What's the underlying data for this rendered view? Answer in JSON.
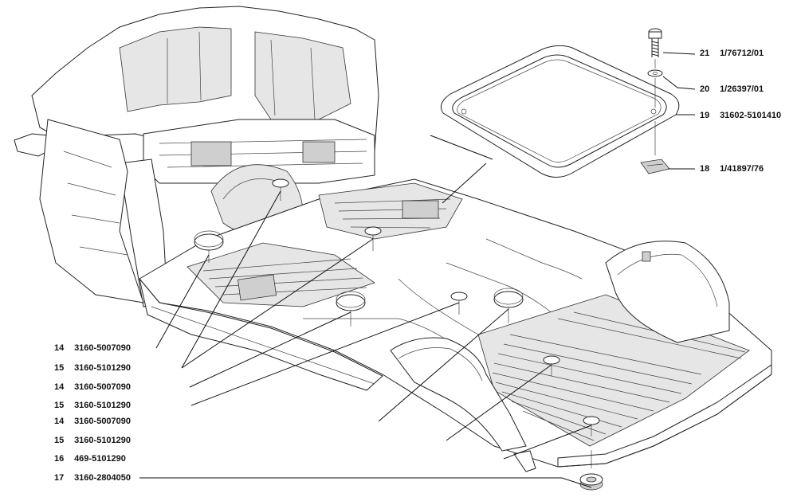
{
  "callouts_left": [
    {
      "num": "14",
      "code": "3160-5007090"
    },
    {
      "num": "15",
      "code": "3160-5101290"
    },
    {
      "num": "14",
      "code": "3160-5007090"
    },
    {
      "num": "15",
      "code": "3160-5101290"
    },
    {
      "num": "14",
      "code": "3160-5007090"
    },
    {
      "num": "15",
      "code": "3160-5101290"
    },
    {
      "num": "16",
      "code": "469-5101290"
    },
    {
      "num": "17",
      "code": "3160-2804050"
    }
  ],
  "callouts_right": [
    {
      "num": "21",
      "code": "1/76712/01"
    },
    {
      "num": "20",
      "code": "1/26397/01"
    },
    {
      "num": "19",
      "code": "31602-5101410"
    },
    {
      "num": "18",
      "code": "1/41897/76"
    }
  ]
}
